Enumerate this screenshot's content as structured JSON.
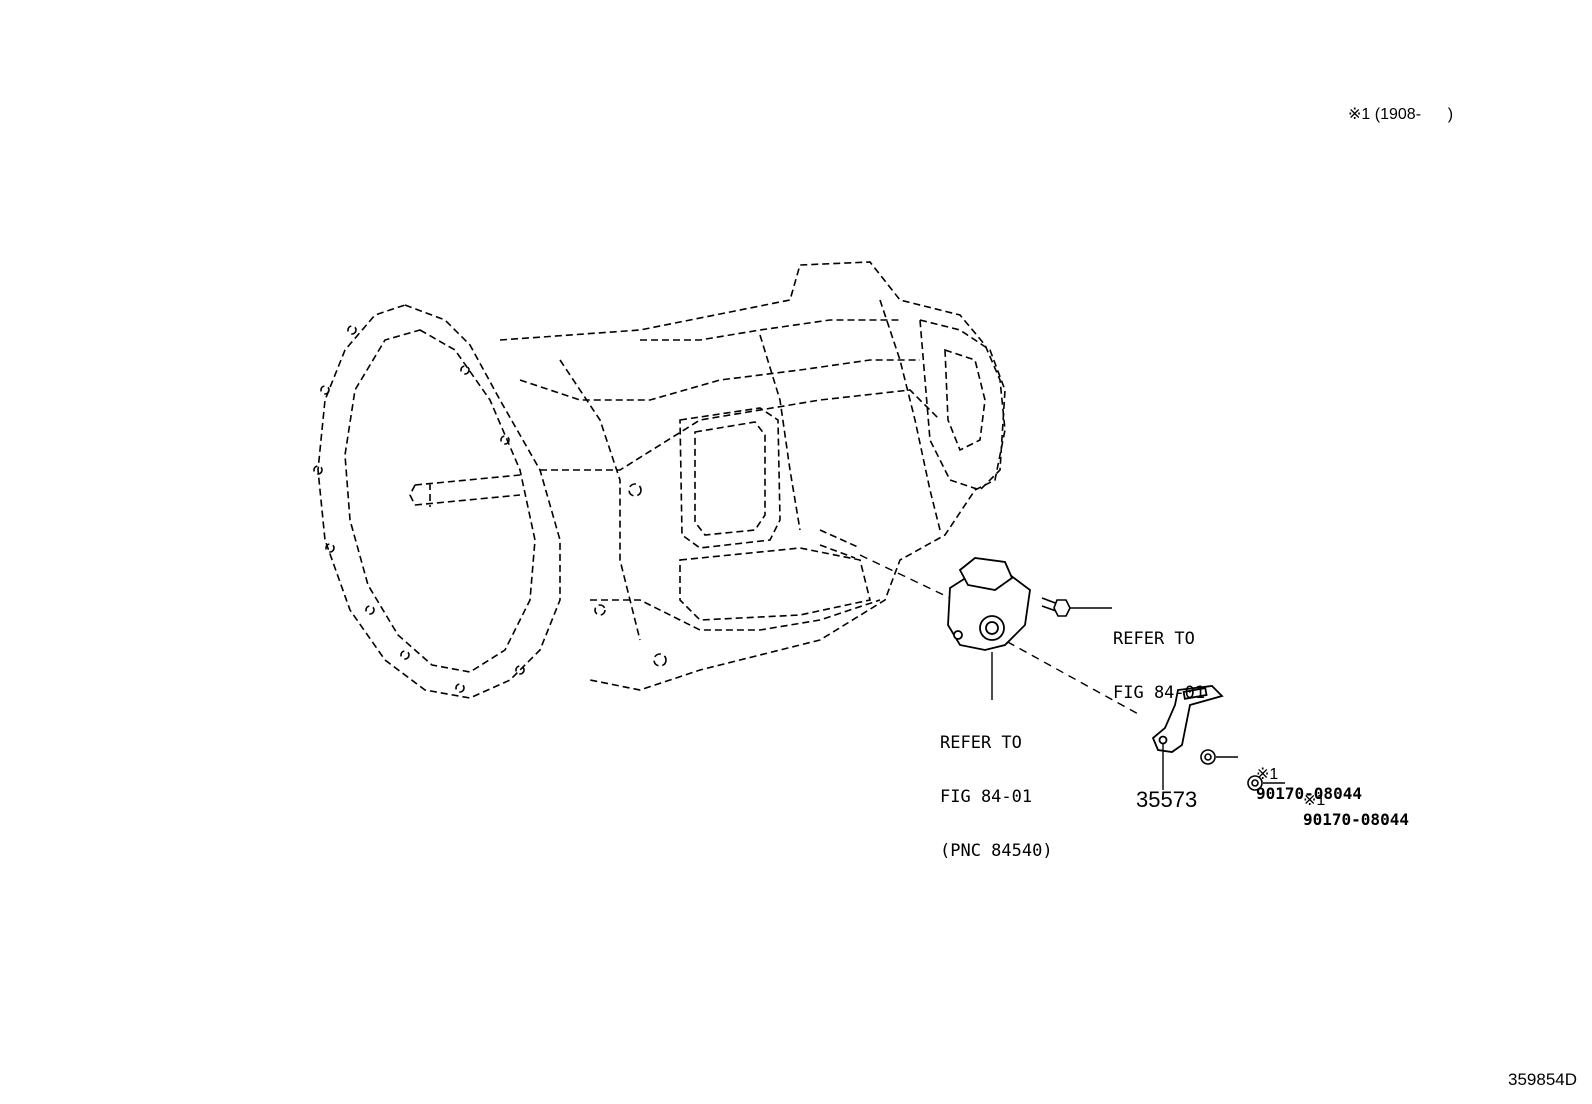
{
  "header_note": {
    "mark": "※1",
    "date_range": "(1908-      )"
  },
  "refs": {
    "bolt_ref": {
      "line1": "REFER TO",
      "line2": "FIG 84-01"
    },
    "switch_ref": {
      "line1": "REFER TO",
      "line2": "FIG 84-01",
      "line3": "(PNC 84540)"
    }
  },
  "parts": {
    "bracket_number": "35573",
    "nut_1": {
      "mark": "※1",
      "number": "90170-08044"
    },
    "nut_2": {
      "mark": "※1",
      "number": "90170-08044"
    }
  },
  "diagram_id": "359854D",
  "colors": {
    "ink": "#000000",
    "paper": "#ffffff"
  },
  "icons": [
    "transmission-assembly",
    "neutral-start-switch",
    "bolt-icon",
    "bracket-icon",
    "nut-icon"
  ]
}
